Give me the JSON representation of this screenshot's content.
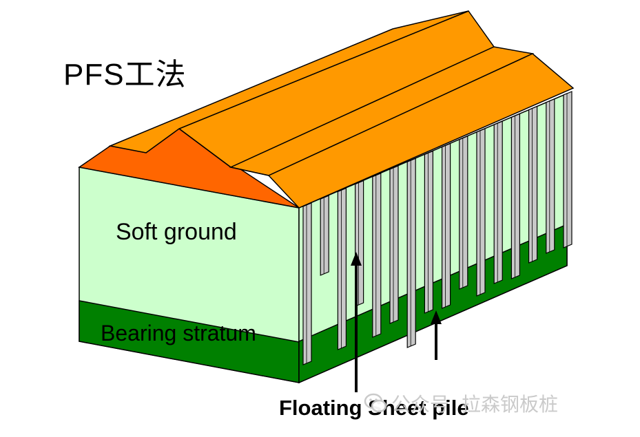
{
  "title": "PFS工法",
  "labels": {
    "soft_ground": "Soft ground",
    "bearing_stratum": "Bearing stratum",
    "floating_sheet_pile": "Floating Sheet pile"
  },
  "watermark": {
    "source": "公众号",
    "account": "拉森钢板桩",
    "icon": "wechat-logo-icon"
  },
  "colors": {
    "embankment_top": "#ff9900",
    "embankment_side": "#ff6600",
    "soft_ground": "#ccffcc",
    "bearing_stratum": "#008000",
    "sheet_pile": "#c8c8c8"
  }
}
